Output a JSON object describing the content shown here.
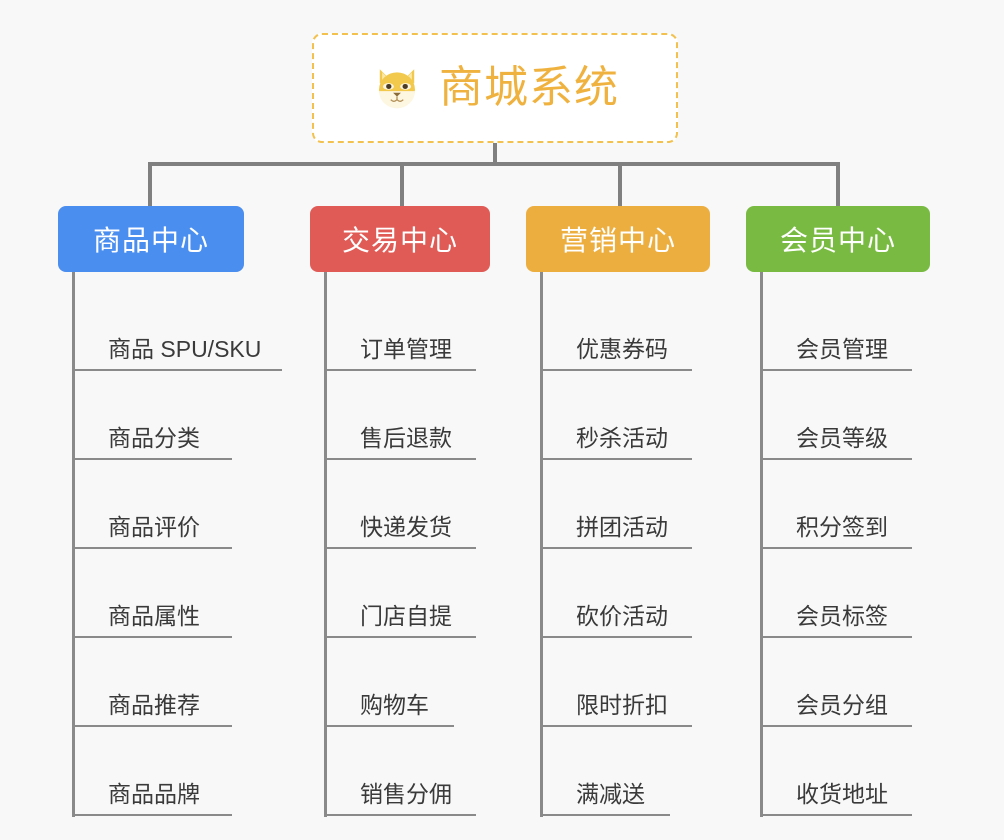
{
  "canvas": {
    "background": "#f8f8f8",
    "connector_color": "#808080"
  },
  "root": {
    "title": "商城系统",
    "icon": "shiba-dog-icon",
    "text_color": "#f0b23f",
    "border_color": "#f2c14e"
  },
  "branches": [
    {
      "label": "商品中心",
      "color": "#4a8ef0",
      "items": [
        "商品 SPU/SKU",
        "商品分类",
        "商品评价",
        "商品属性",
        "商品推荐",
        "商品品牌"
      ]
    },
    {
      "label": "交易中心",
      "color": "#e15b56",
      "items": [
        "订单管理",
        "售后退款",
        "快递发货",
        "门店自提",
        "购物车",
        "销售分佣"
      ]
    },
    {
      "label": "营销中心",
      "color": "#edae40",
      "items": [
        "优惠券码",
        "秒杀活动",
        "拼团活动",
        "砍价活动",
        "限时折扣",
        "满减送"
      ]
    },
    {
      "label": "会员中心",
      "color": "#79bb42",
      "items": [
        "会员管理",
        "会员等级",
        "积分签到",
        "会员标签",
        "会员分组",
        "收货地址"
      ]
    }
  ]
}
